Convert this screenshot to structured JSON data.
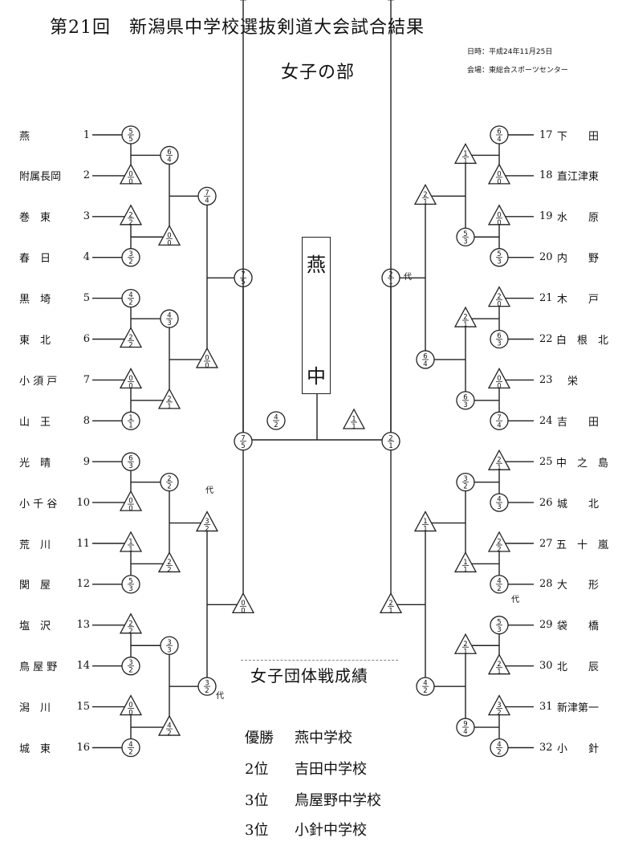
{
  "header": {
    "title": "第21回　新潟県中学校選抜剣道大会試合結果",
    "subtitle": "女子の部",
    "date": "日時：平成24年11月25日",
    "venue": "会場：東総合スポーツセンター"
  },
  "teams_left": [
    {
      "name": "燕",
      "number": "1"
    },
    {
      "name": "附属長岡",
      "number": "2"
    },
    {
      "name": "巻　東",
      "number": "3"
    },
    {
      "name": "春　日",
      "number": "4"
    },
    {
      "name": "黒　埼",
      "number": "5"
    },
    {
      "name": "東　北",
      "number": "6"
    },
    {
      "name": "小 須 戸",
      "number": "7"
    },
    {
      "name": "山　王",
      "number": "8"
    },
    {
      "name": "光　晴",
      "number": "9"
    },
    {
      "name": "小 千 谷",
      "number": "10"
    },
    {
      "name": "荒　川",
      "number": "11"
    },
    {
      "name": "関　屋",
      "number": "12"
    },
    {
      "name": "塩　沢",
      "number": "13"
    },
    {
      "name": "鳥 屋 野",
      "number": "14"
    },
    {
      "name": "潟　川",
      "number": "15"
    },
    {
      "name": "城　東",
      "number": "16"
    }
  ],
  "teams_right": [
    {
      "number": "17",
      "name": "下　　田"
    },
    {
      "number": "18",
      "name": "直江津東"
    },
    {
      "number": "19",
      "name": "水　　原"
    },
    {
      "number": "20",
      "name": "内　　野"
    },
    {
      "number": "21",
      "name": "木　　戸"
    },
    {
      "number": "22",
      "name": "白　根　北"
    },
    {
      "number": "23",
      "name": "　栄"
    },
    {
      "number": "24",
      "name": "吉　　田"
    },
    {
      "number": "25",
      "name": "中　之　島"
    },
    {
      "number": "26",
      "name": "城　　北"
    },
    {
      "number": "27",
      "name": "五　十　嵐"
    },
    {
      "number": "28",
      "name": "大　　形"
    },
    {
      "number": "29",
      "name": "袋　　橋"
    },
    {
      "number": "30",
      "name": "北　　辰"
    },
    {
      "number": "31",
      "name": "新津第一"
    },
    {
      "number": "32",
      "name": "小　　針"
    }
  ],
  "scores": {
    "r1": [
      {
        "a": {
          "t": "c",
          "n": "5",
          "d": "5"
        },
        "b": {
          "t": "t",
          "n": "0",
          "d": "0"
        }
      },
      {
        "a": {
          "t": "t",
          "n": "2",
          "d": "2"
        },
        "b": {
          "t": "c",
          "n": "3",
          "d": "2"
        }
      },
      {
        "a": {
          "t": "c",
          "n": "4",
          "d": "2"
        },
        "b": {
          "t": "t",
          "n": "2",
          "d": "2"
        }
      },
      {
        "a": {
          "t": "t",
          "n": "0",
          "d": "0"
        },
        "b": {
          "t": "c",
          "n": "1",
          "d": "1"
        }
      },
      {
        "a": {
          "t": "c",
          "n": "6",
          "d": "3"
        },
        "b": {
          "t": "t",
          "n": "0",
          "d": "0"
        }
      },
      {
        "a": {
          "t": "t",
          "n": "1",
          "d": "1"
        },
        "b": {
          "t": "c",
          "n": "5",
          "d": "3"
        }
      },
      {
        "a": {
          "t": "t",
          "n": "2",
          "d": "2"
        },
        "b": {
          "t": "c",
          "n": "3",
          "d": "2"
        }
      },
      {
        "a": {
          "t": "t",
          "n": "0",
          "d": "0"
        },
        "b": {
          "t": "c",
          "n": "4",
          "d": "2"
        }
      },
      {
        "a": {
          "t": "c",
          "n": "6",
          "d": "4"
        },
        "b": {
          "t": "t",
          "n": "0",
          "d": "0"
        }
      },
      {
        "a": {
          "t": "t",
          "n": "0",
          "d": "0"
        },
        "b": {
          "t": "c",
          "n": "5",
          "d": "3"
        }
      },
      {
        "a": {
          "t": "t",
          "n": "2",
          "d": "0"
        },
        "b": {
          "t": "c",
          "n": "6",
          "d": "3"
        }
      },
      {
        "a": {
          "t": "t",
          "n": "0",
          "d": "0"
        },
        "b": {
          "t": "c",
          "n": "7",
          "d": "4"
        }
      },
      {
        "a": {
          "t": "t",
          "n": "2",
          "d": "1"
        },
        "b": {
          "t": "c",
          "n": "4",
          "d": "3"
        }
      },
      {
        "a": {
          "t": "t",
          "n": "2",
          "d": "2"
        },
        "b": {
          "t": "c",
          "n": "4",
          "d": "2"
        }
      },
      {
        "a": {
          "t": "c",
          "n": "5",
          "d": "3"
        },
        "b": {
          "t": "t",
          "n": "2",
          "d": "1"
        }
      },
      {
        "a": {
          "t": "t",
          "n": "3",
          "d": "2"
        },
        "b": {
          "t": "c",
          "n": "4",
          "d": "2"
        }
      }
    ],
    "r2": [
      {
        "a": {
          "t": "c",
          "n": "6",
          "d": "4"
        },
        "b": {
          "t": "t",
          "n": "0",
          "d": "0"
        }
      },
      {
        "a": {
          "t": "c",
          "n": "4",
          "d": "3"
        },
        "b": {
          "t": "t",
          "n": "2",
          "d": "1"
        }
      },
      {
        "a": {
          "t": "c",
          "n": "2",
          "d": "2"
        },
        "b": {
          "t": "t",
          "n": "2",
          "d": "2"
        }
      },
      {
        "a": {
          "t": "c",
          "n": "3",
          "d": "3"
        },
        "b": {
          "t": "t",
          "n": "4",
          "d": "2"
        }
      },
      {
        "a": {
          "t": "t",
          "n": "1",
          "d": "1"
        },
        "b": {
          "t": "c",
          "n": "5",
          "d": "3"
        }
      },
      {
        "a": {
          "t": "t",
          "n": "2",
          "d": "1"
        },
        "b": {
          "t": "c",
          "n": "6",
          "d": "3"
        }
      },
      {
        "a": {
          "t": "c",
          "n": "3",
          "d": "2"
        },
        "b": {
          "t": "t",
          "n": "1",
          "d": "1"
        }
      },
      {
        "a": {
          "t": "t",
          "n": "2",
          "d": "1"
        },
        "b": {
          "t": "c",
          "n": "9",
          "d": "4"
        }
      }
    ],
    "r3": [
      {
        "a": {
          "t": "c",
          "n": "7",
          "d": "4"
        },
        "b": {
          "t": "t",
          "n": "0",
          "d": "0"
        }
      },
      {
        "a": {
          "t": "t",
          "n": "3",
          "d": "2"
        },
        "b": {
          "t": "c",
          "n": "3",
          "d": "2"
        }
      },
      {
        "a": {
          "t": "t",
          "n": "2",
          "d": "1"
        },
        "b": {
          "t": "c",
          "n": "6",
          "d": "4"
        }
      },
      {
        "a": {
          "t": "t",
          "n": "1",
          "d": "1"
        },
        "b": {
          "t": "c",
          "n": "4",
          "d": "2"
        }
      }
    ],
    "r4": [
      {
        "a": {
          "t": "c",
          "n": "7",
          "d": "5"
        },
        "b": {
          "t": "t",
          "n": "0",
          "d": "0"
        }
      },
      {
        "a": {
          "t": "c",
          "n": "2",
          "d": "1"
        },
        "b": {
          "t": "t",
          "n": "2",
          "d": "1"
        }
      }
    ],
    "final": {
      "a": {
        "t": "c",
        "n": "4",
        "d": "2"
      },
      "b": {
        "t": "t",
        "n": "1",
        "d": "1"
      }
    }
  },
  "substitute_label": "代",
  "champion_chars": [
    "燕",
    "中"
  ],
  "results": {
    "title": "女子団体戦成績",
    "rows": [
      {
        "rank": "優勝",
        "school": "燕中学校"
      },
      {
        "rank": "2位",
        "school": "吉田中学校"
      },
      {
        "rank": "3位",
        "school": "鳥屋野中学校"
      },
      {
        "rank": "3位",
        "school": "小針中学校"
      }
    ]
  }
}
